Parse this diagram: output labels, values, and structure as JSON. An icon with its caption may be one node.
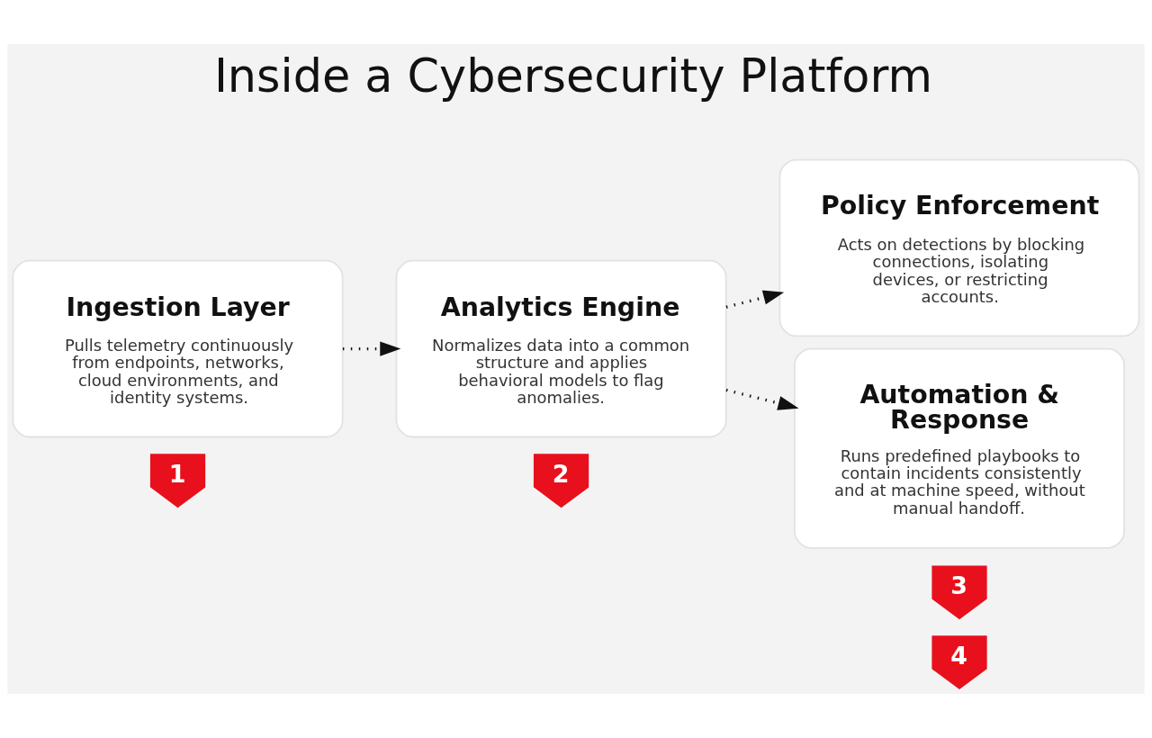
{
  "diagram": {
    "title": "Inside a Cybersecurity Platform",
    "nodes": [
      {
        "text": [
          "Ingestion Layer",
          "Pulls telemetry continuously from endpoints, networks, cloud environments, and identity systems."
        ]
      },
      {
        "text": [
          "1"
        ]
      },
      {
        "text": [
          "Analytics Engine",
          "Normalizes data into a common structure and applies behavioral models to flag anomalies."
        ]
      },
      {
        "text": [
          "2"
        ]
      },
      {
        "text": [
          "Policy Enforcement",
          "Acts on detections by blocking connections, isolating devices, or restricting accounts."
        ]
      },
      {
        "text": [
          "3"
        ]
      },
      {
        "text": [
          "Automation & Response",
          "Runs predefined playbooks to contain incidents consistently and at machine speed, without manual handoff."
        ]
      },
      {
        "text": [
          "4"
        ]
      }
    ],
    "edges": [
      {
        "from": 0,
        "to": 2,
        "arrow": "to",
        "style": "dashed"
      },
      {
        "from": 2,
        "to": 4,
        "arrow": "to",
        "style": "dashed"
      },
      {
        "from": 2,
        "to": 6,
        "arrow": "to",
        "style": "dashed"
      }
    ]
  }
}
